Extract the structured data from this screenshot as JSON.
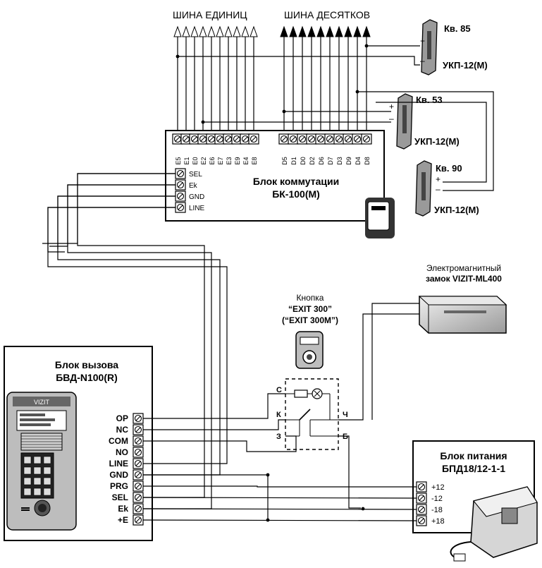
{
  "buses": {
    "units_title": "ШИНА ЕДИНИЦ",
    "tens_title": "ШИНА ДЕСЯТКОВ"
  },
  "commutation_block": {
    "title_line1": "Блок коммутации",
    "title_line2": "БК-100(М)",
    "units_terminals": [
      "E5",
      "E1",
      "E0",
      "E2",
      "E6",
      "E7",
      "E3",
      "E9",
      "E4",
      "E8"
    ],
    "tens_terminals": [
      "D5",
      "D1",
      "D0",
      "D2",
      "D6",
      "D7",
      "D3",
      "D9",
      "D4",
      "D8"
    ],
    "service_terminals": [
      "SEL",
      "Ek",
      "GND",
      "LINE"
    ]
  },
  "handsets": [
    {
      "apartment": "Кв. 85",
      "model": "УКП-12(М)",
      "plus": "+",
      "minus": "–"
    },
    {
      "apartment": "Кв. 53",
      "model": "УКП-12(М)",
      "plus": "+",
      "minus": "–"
    },
    {
      "apartment": "Кв. 90",
      "model": "УКП-12(М)",
      "plus": "+",
      "minus": "–"
    }
  ],
  "lock": {
    "title_line1": "Электромагнитный",
    "title_line2": "замок VIZIT-ML400"
  },
  "exit_button": {
    "title_line1": "Кнопка",
    "title_line2": "“EXIT 300”",
    "title_line3": "(“EXIT 300M”)",
    "contacts": [
      "С",
      "К",
      "З",
      "Ч",
      "Б"
    ]
  },
  "call_panel": {
    "title_line1": "Блок вызова",
    "title_line2": "БВД-N100(R)",
    "brand": "VIZIT",
    "terminals": [
      "OP",
      "NC",
      "COM",
      "NO",
      "LINE",
      "GND",
      "PRG",
      "SEL",
      "Ek",
      "+E"
    ]
  },
  "power_supply": {
    "title_line1": "Блок питания",
    "title_line2": "БПД18/12-1-1",
    "terminals": [
      "+12",
      "-12",
      "-18",
      "+18"
    ]
  }
}
